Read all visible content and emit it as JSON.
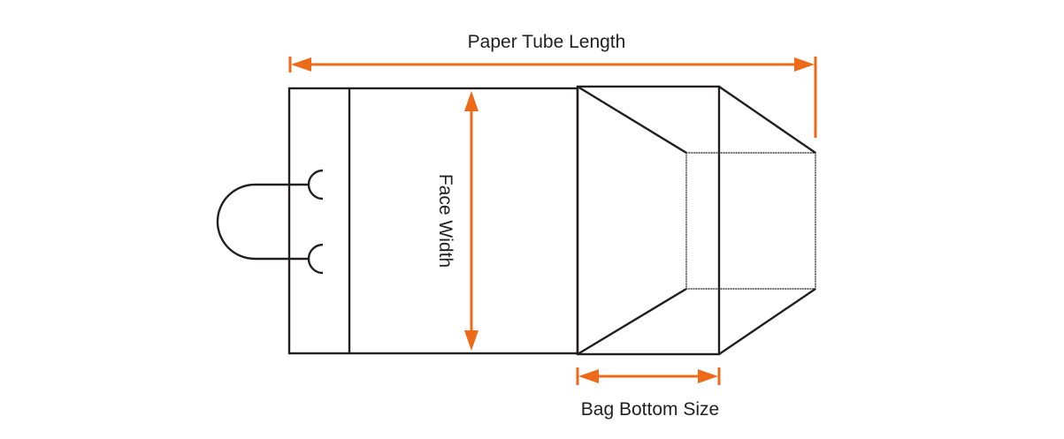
{
  "labels": {
    "paper_tube_length": "Paper Tube Length",
    "face_width": "Face Width",
    "bag_bottom_size": "Bag Bottom Size"
  },
  "colors": {
    "dimension_line": "#ec6a18",
    "outline": "#231f20",
    "background": "#ffffff"
  }
}
